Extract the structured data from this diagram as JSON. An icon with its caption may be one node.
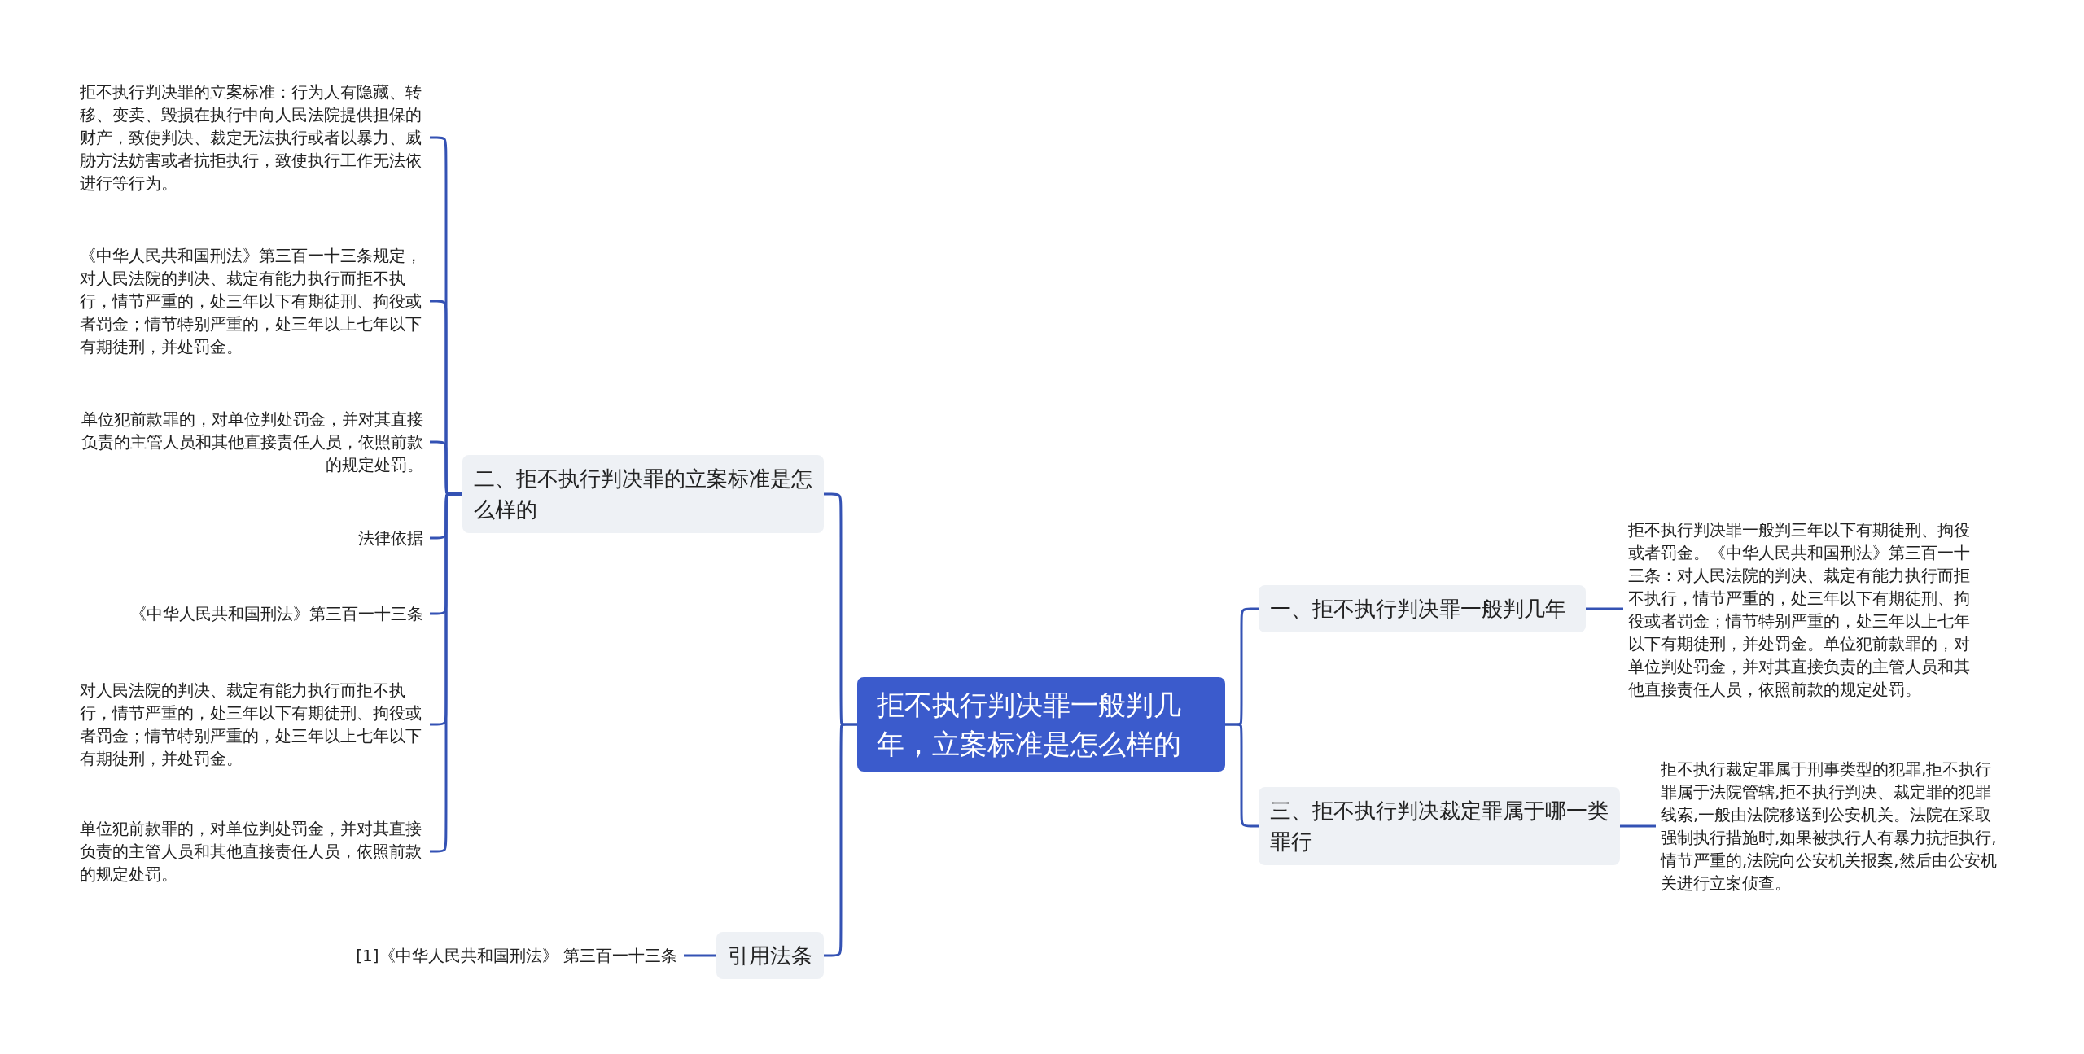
{
  "diagram": {
    "nodes": [
      {
        "text": [
          "拒不执行判决罪一般判几年，立案标准是怎么样的"
        ]
      },
      {
        "text": [
          "二、拒不执行判决罪的立案标准是怎么样的"
        ]
      },
      {
        "text": [
          "拒不执行判决罪的立案标准：行为人有隐藏、转移、变卖、毁损在执行中向人民法院提供担保的财产，致使判决、裁定无法执行或者以暴力、威胁方法妨害或者抗拒执行，致使执行工作无法依进行等行为。"
        ]
      },
      {
        "text": [
          "《中华人民共和国刑法》第三百一十三条规定，对人民法院的判决、裁定有能力执行而拒不执行，情节严重的，处三年以下有期徒刑、拘役或者罚金；情节特别严重的，处三年以上七年以下有期徒刑，并处罚金。"
        ]
      },
      {
        "text": [
          "单位犯前款罪的，对单位判处罚金，并对其直接负责的主管人员和其他直接责任人员，依照前款的规定处罚。"
        ]
      },
      {
        "text": [
          "法律依据"
        ]
      },
      {
        "text": [
          "《中华人民共和国刑法》第三百一十三条"
        ]
      },
      {
        "text": [
          "对人民法院的判决、裁定有能力执行而拒不执行，情节严重的，处三年以下有期徒刑、拘役或者罚金；情节特别严重的，处三年以上七年以下有期徒刑，并处罚金。"
        ]
      },
      {
        "text": [
          "单位犯前款罪的，对单位判处罚金，并对其直接负责的主管人员和其他直接责任人员，依照前款的规定处罚。"
        ]
      },
      {
        "text": [
          "引用法条"
        ]
      },
      {
        "text": [
          "[1]《中华人民共和国刑法》 第三百一十三条"
        ]
      },
      {
        "text": [
          "一、拒不执行判决罪一般判几年"
        ]
      },
      {
        "text": [
          "拒不执行判决罪一般判三年以下有期徒刑、拘役或者罚金。《中华人民共和国刑法》第三百一十三条：对人民法院的判决、裁定有能力执行而拒不执行，情节严重的，处三年以下有期徒刑、拘役或者罚金；情节特别严重的，处三年以上七年以下有期徒刑，并处罚金。单位犯前款罪的，对单位判处罚金，并对其直接负责的主管人员和其他直接责任人员，依照前款的规定处罚。"
        ]
      },
      {
        "text": [
          "三、拒不执行判决裁定罪属于哪一类罪行"
        ]
      },
      {
        "text": [
          "拒不执行裁定罪属于刑事类型的犯罪,拒不执行罪属于法院管辖,拒不执行判决、裁定罪的犯罪线索,一般由法院移送到公安机关。法院在采取强制执行措施时,如果被执行人有暴力抗拒执行,情节严重的,法院向公安机关报案,然后由公安机关进行立案侦查。"
        ]
      }
    ],
    "edges": [
      {
        "from": 0,
        "to": 1,
        "arrow": "none"
      },
      {
        "from": 1,
        "to": 2,
        "arrow": "none"
      },
      {
        "from": 1,
        "to": 3,
        "arrow": "none"
      },
      {
        "from": 1,
        "to": 4,
        "arrow": "none"
      },
      {
        "from": 1,
        "to": 5,
        "arrow": "none"
      },
      {
        "from": 1,
        "to": 6,
        "arrow": "none"
      },
      {
        "from": 1,
        "to": 7,
        "arrow": "none"
      },
      {
        "from": 1,
        "to": 8,
        "arrow": "none"
      },
      {
        "from": 0,
        "to": 9,
        "arrow": "none"
      },
      {
        "from": 9,
        "to": 10,
        "arrow": "none"
      },
      {
        "from": 0,
        "to": 11,
        "arrow": "none"
      },
      {
        "from": 11,
        "to": 12,
        "arrow": "none"
      },
      {
        "from": 0,
        "to": 13,
        "arrow": "none"
      },
      {
        "from": 13,
        "to": 14,
        "arrow": "none"
      }
    ]
  }
}
